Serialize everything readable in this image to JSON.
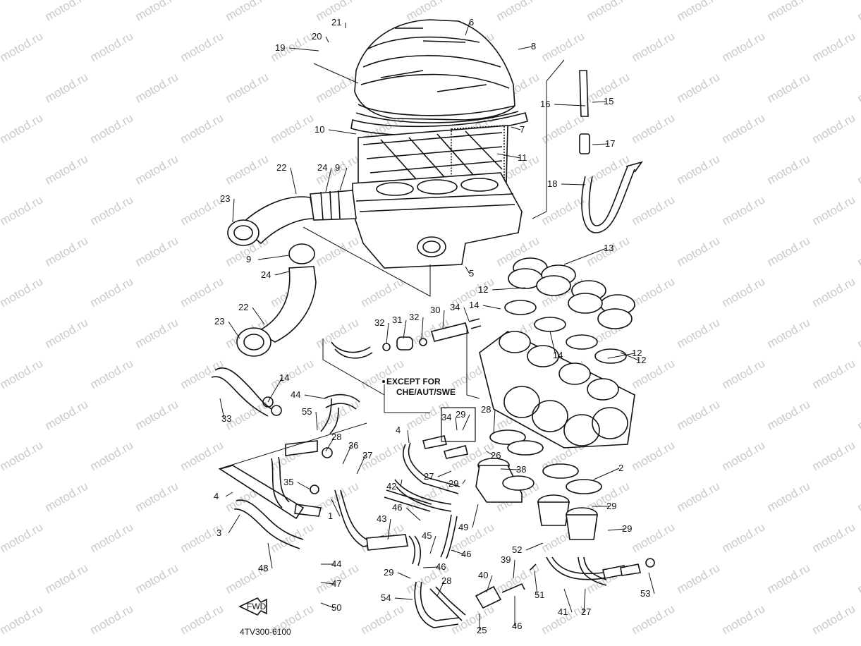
{
  "diagram": {
    "note": [
      "EXCEPT FOR",
      "CHE/AUT/SWE"
    ],
    "drawing_code": "4TV300-6100",
    "fwd_label": "FWD",
    "watermark": "motod.ru",
    "callouts": [
      "21",
      "20",
      "19",
      "6",
      "8",
      "10",
      "7",
      "11",
      "16",
      "15",
      "17",
      "18",
      "22",
      "24",
      "9",
      "23",
      "9",
      "24",
      "5",
      "13",
      "12",
      "14",
      "22",
      "23",
      "32",
      "31",
      "32",
      "30",
      "34",
      "12",
      "14",
      "12",
      "14",
      "44",
      "33",
      "55",
      "34",
      "29",
      "28",
      "4",
      "26",
      "28",
      "36",
      "37",
      "38",
      "2",
      "4",
      "35",
      "42",
      "27",
      "29",
      "29",
      "1",
      "46",
      "49",
      "29",
      "3",
      "43",
      "45",
      "46",
      "48",
      "44",
      "39",
      "52",
      "29",
      "46",
      "47",
      "40",
      "51",
      "53",
      "28",
      "54",
      "50",
      "41",
      "27",
      "25",
      "46",
      "46"
    ]
  }
}
